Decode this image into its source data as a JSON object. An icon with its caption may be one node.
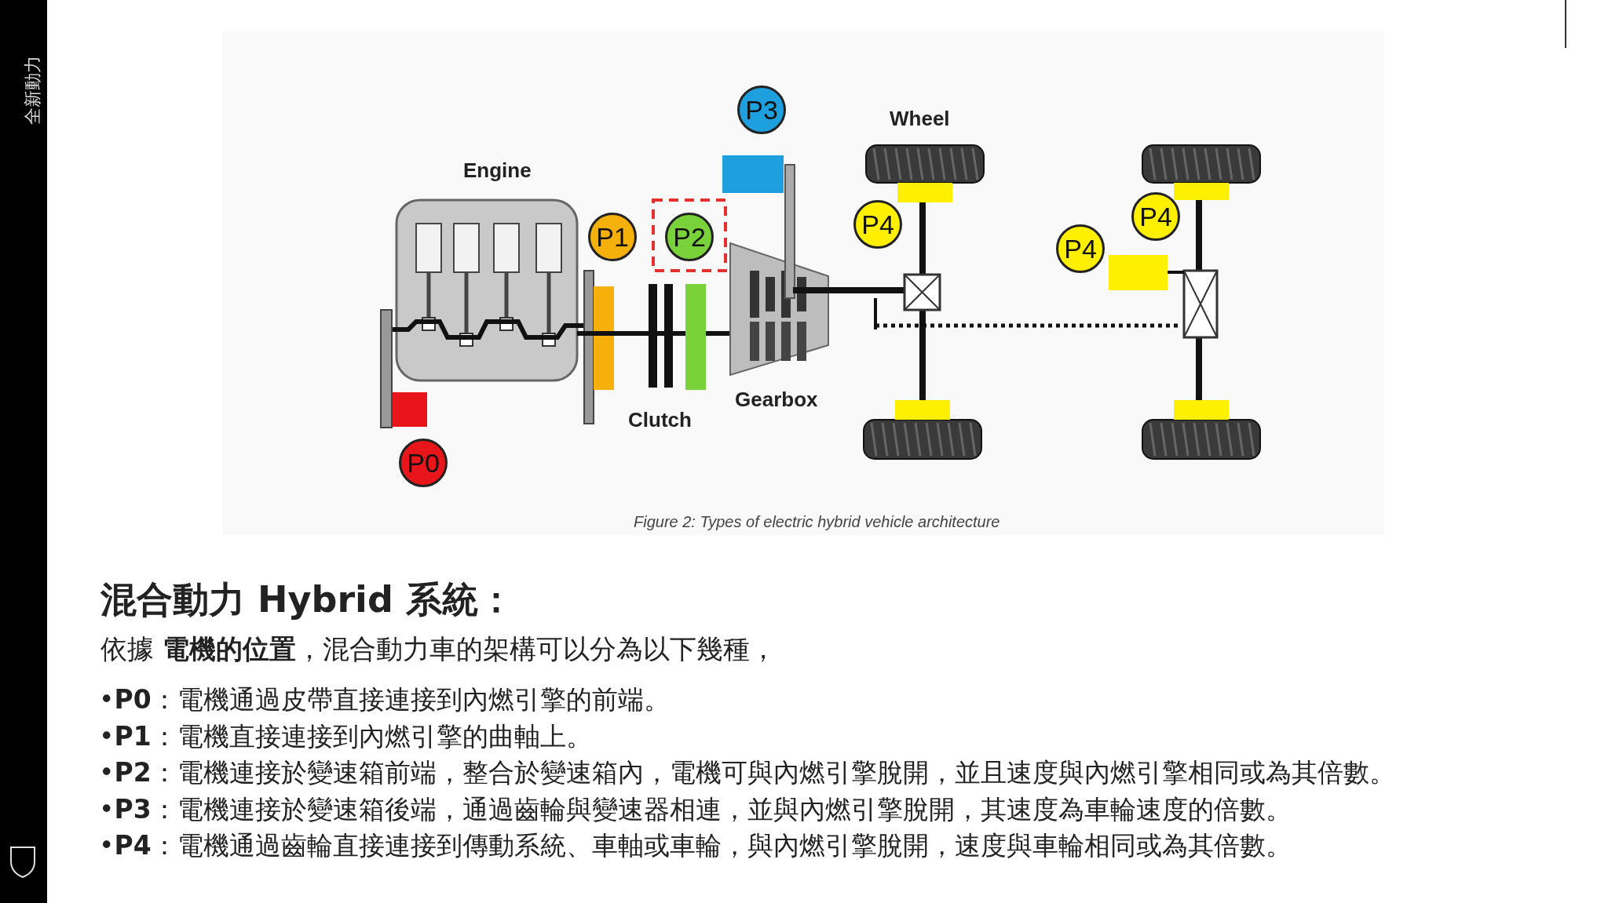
{
  "diagram": {
    "title": "混合動力 Hybrid 系統：",
    "caption": "Figure 2: Types of electric hybrid vehicle architecture",
    "nodes": [
      {
        "text": [
          "P3"
        ]
      },
      {
        "text": [
          "P1"
        ]
      },
      {
        "text": [
          "P2"
        ]
      },
      {
        "text": [
          "P4"
        ]
      },
      {
        "text": [
          "P4"
        ]
      },
      {
        "text": [
          "P4"
        ]
      },
      {
        "text": [
          "P0"
        ]
      }
    ],
    "labels": [
      "全新動力",
      "Wheel",
      "Engine",
      "Gearbox",
      "Clutch",
      "依據 **電機的位置**，混合動力車的架構可以分為以下幾種，",
      "•**P0**：電機通過皮帶直接連接到內燃引擎的前端。",
      "•**P1**：電機直接連接到內燃引擎的曲軸上。",
      "•**P2**：電機連接於變速箱前端，整合於變速箱內，電機可與內燃引擎脫開，並且速度與內燃引擎相同或為其倍數。",
      "•**P3**：電機連接於變速箱後端，通過齒輪與變速器相連，並與內燃引擎脫開，其速度為車輪速度的倍數。",
      "•**P4**：電機通過齒輪直接連接到傳動系統、車軸或車輪，與內燃引擎脫開，速度與車輪相同或為其倍數。"
    ]
  }
}
